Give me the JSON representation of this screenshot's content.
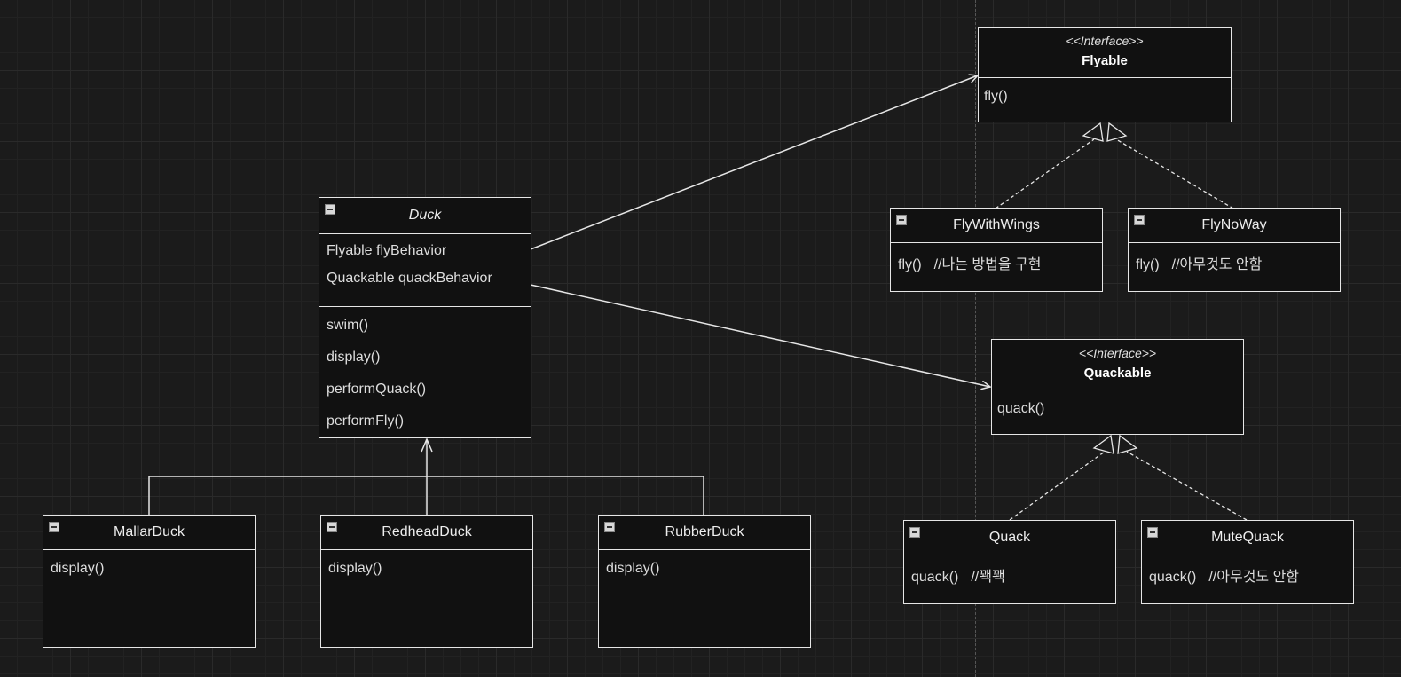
{
  "duck": {
    "title": "Duck",
    "fields": [
      "Flyable flyBehavior",
      "Quackable quackBehavior"
    ],
    "methods": [
      "swim()",
      "display()",
      "performQuack()",
      "performFly()"
    ]
  },
  "subclasses": [
    {
      "name": "MallarDuck",
      "method": "display()"
    },
    {
      "name": "RedheadDuck",
      "method": "display()"
    },
    {
      "name": "RubberDuck",
      "method": "display()"
    }
  ],
  "flyable": {
    "stereotype": "<<Interface>>",
    "name": "Flyable",
    "method": "fly()"
  },
  "quackable": {
    "stereotype": "<<Interface>>",
    "name": "Quackable",
    "method": "quack()"
  },
  "fly_impls": [
    {
      "name": "FlyWithWings",
      "method": "fly()",
      "comment": "//나는 방법을 구현"
    },
    {
      "name": "FlyNoWay",
      "method": "fly()",
      "comment": "//아무것도 안함"
    }
  ],
  "quack_impls": [
    {
      "name": "Quack",
      "method": "quack()",
      "comment": "//꽥꽥"
    },
    {
      "name": "MuteQuack",
      "method": "quack()",
      "comment": "//아무것도 안함"
    }
  ],
  "colors": {
    "background": "#1b1b1b",
    "box_fill": "#111111",
    "line": "#e6e6e6"
  }
}
